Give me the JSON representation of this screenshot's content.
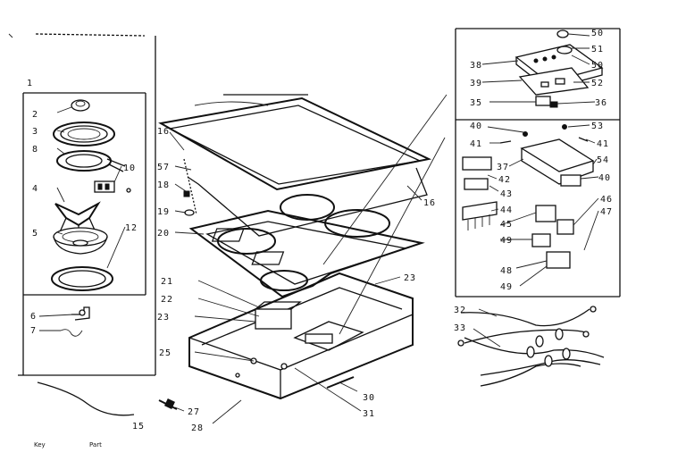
{
  "callouts": {
    "c1": "1",
    "c2": "2",
    "c3": "3",
    "c8": "8",
    "c10": "10",
    "c4": "4",
    "c5": "5",
    "c12": "12",
    "c6": "6",
    "c7": "7",
    "c15": "15",
    "c16a": "16",
    "c57": "57",
    "c18": "18",
    "c19": "19",
    "c20": "20",
    "c16b": "16",
    "c21": "21",
    "c22": "22",
    "c23a": "23",
    "c23b": "23",
    "c25": "25",
    "c27": "27",
    "c28": "28",
    "c30": "30",
    "c31": "31",
    "c32": "32",
    "c33": "33",
    "c50a": "50",
    "c51": "51",
    "c50b": "50",
    "c38": "38",
    "c39": "39",
    "c52": "52",
    "c35": "35",
    "c36": "36",
    "c40a": "40",
    "c53": "53",
    "c41a": "41",
    "c41b": "41",
    "c37": "37",
    "c54": "54",
    "c42": "42",
    "c40b": "40",
    "c43": "43",
    "c46": "46",
    "c44": "44",
    "c47": "47",
    "c45": "45",
    "c49a": "49",
    "c48": "48",
    "c49b": "49"
  },
  "footer": {
    "key_label": "Key",
    "part_label": "Part"
  }
}
